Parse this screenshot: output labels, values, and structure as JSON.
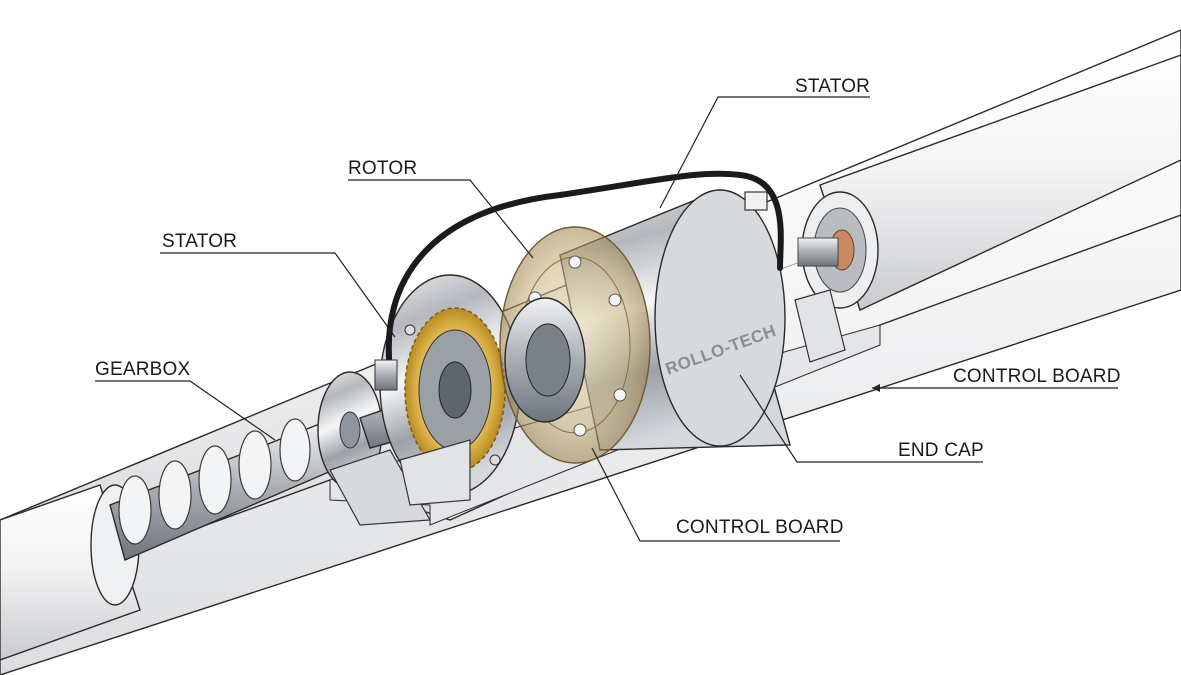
{
  "labels": {
    "stator_top": "STATOR",
    "rotor": "ROTOR",
    "stator_left": "STATOR",
    "gearbox": "GEARBOX",
    "control_board_right": "CONTROL BOARD",
    "end_cap": "END CAP",
    "control_board_bottom": "CONTROL BOARD"
  },
  "brand": "ROLLO-TECH"
}
